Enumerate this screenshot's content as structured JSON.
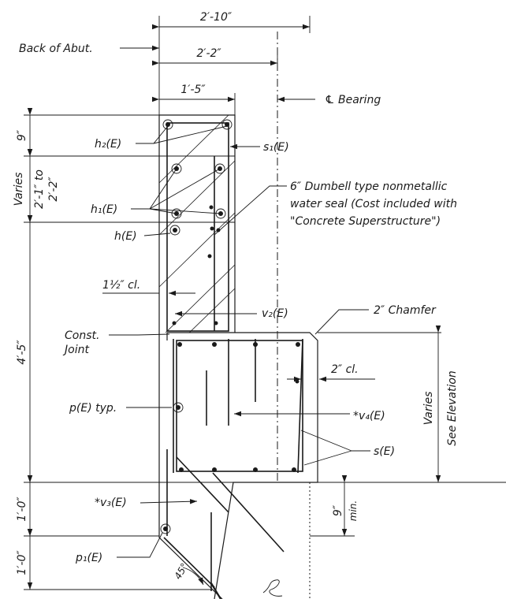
{
  "dimensions": {
    "overall_width": "2′-10″",
    "width_2": "2′-2″",
    "width_3": "1′-5″",
    "height_top": "9″",
    "height_varies_a": "Varies",
    "height_varies_b": "2′-1″ to",
    "height_varies_c": "2′-2″",
    "height_main": "4′-5″",
    "height_lower_1": "1′-0″",
    "height_lower_2": "1′-0″",
    "nine_min_a": "9″",
    "nine_min_b": "min.",
    "clear_1": "1½″ cl.",
    "clear_2": "2″ cl.",
    "angle": "45°"
  },
  "labels": {
    "back_of_abut": "Back of Abut.",
    "cl_bearing": "℄ Bearing",
    "h2": "h₂(E)",
    "s1": "s₁(E)",
    "h1": "h₁(E)",
    "h": "h(E)",
    "seal_1": "6″ Dumbell type nonmetallic",
    "seal_2": "water seal (Cost included with",
    "seal_3": "\"Concrete Superstructure\")",
    "v2": "v₂(E)",
    "chamfer": "2″ Chamfer",
    "const_1": "Const.",
    "const_2": "Joint",
    "pE": "p(E) typ.",
    "v4": "*v₄(E)",
    "sE": "s(E)",
    "varies_r": "Varies",
    "see_elev": "See Elevation",
    "v3": "*v₃(E)",
    "p1": "p₁(E)"
  }
}
